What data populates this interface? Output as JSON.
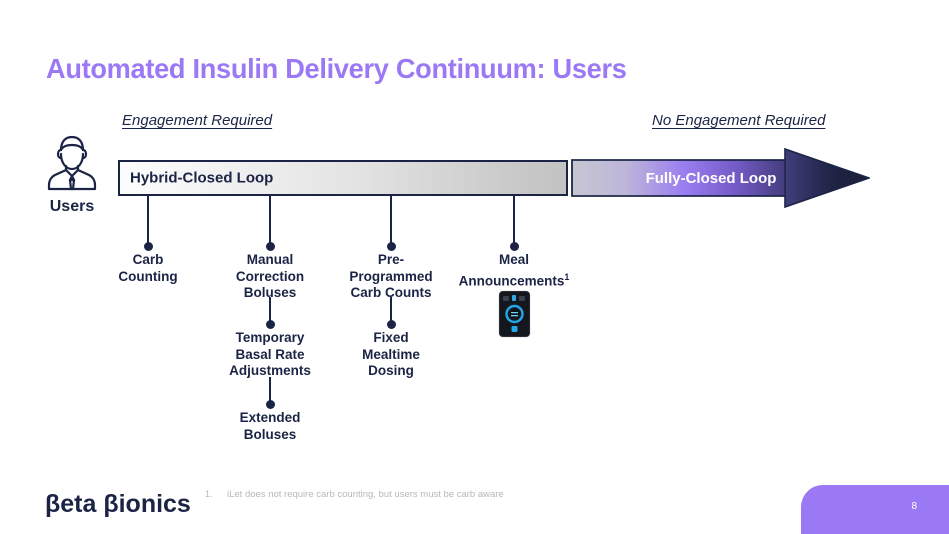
{
  "slide": {
    "title": "Automated Insulin Delivery Continuum: Users",
    "page_number": "8",
    "accent_purple": "#9b79f5",
    "navy": "#1b2445"
  },
  "captions": {
    "left": "Engagement Required",
    "right": "No Engagement Required"
  },
  "users": {
    "label": "Users",
    "icon": "person-with-tie-icon"
  },
  "continuum": {
    "left_segment_label": "Hybrid-Closed Loop",
    "right_segment_label": "Fully-Closed Loop"
  },
  "branches": [
    {
      "label": "Carb\nCounting",
      "line1": "Carb",
      "line2": "Counting",
      "line3": ""
    },
    {
      "line1": "Manual",
      "line2": "Correction",
      "line3": "Boluses"
    },
    {
      "line1": "Pre-",
      "line2": "Programmed",
      "line3": "Carb Counts"
    },
    {
      "line1": "Meal",
      "line2": "Announcements",
      "footnote_marker": "1",
      "line3": ""
    }
  ],
  "sub_branches": [
    {
      "line1": "Temporary",
      "line2": "Basal Rate",
      "line3": "Adjustments"
    },
    {
      "line1": "Fixed",
      "line2": "Mealtime",
      "line3": "Dosing"
    },
    {
      "line1": "Extended",
      "line2": "Boluses",
      "line3": ""
    }
  ],
  "device": {
    "name": "insulin-pump-device-image"
  },
  "footer": {
    "logo": "βeta βionics",
    "footnote_number": "1.",
    "footnote_text": "iLet does not require carb counting, but users must be carb aware"
  }
}
